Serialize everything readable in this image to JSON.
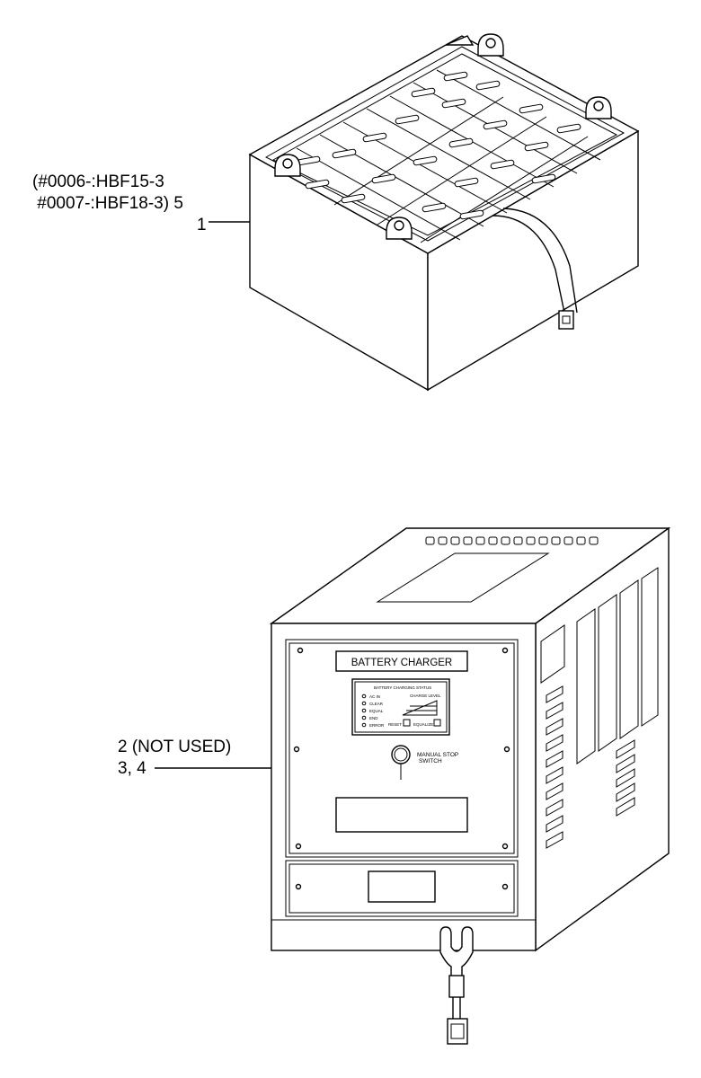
{
  "battery": {
    "note_line1": "(#0006-:HBF15-3",
    "note_line2": " #0007-:HBF18-3) 5",
    "callout": "1"
  },
  "charger": {
    "callout_line1": "2 (NOT USED)",
    "callout_line2": "3, 4",
    "nameplate": "BATTERY CHARGER",
    "switch_label_line1": "MANUAL STOP",
    "switch_label_line2": "SWITCH",
    "panel_title": "BATTERY CHARGING STATUS",
    "charge_level": "CHARGE LEVEL",
    "indicators": [
      "AC IN",
      "CLEAR",
      "EQUAL",
      "END",
      "ERROR"
    ],
    "reset": "RESET",
    "equalize": "EQUALIZE"
  }
}
